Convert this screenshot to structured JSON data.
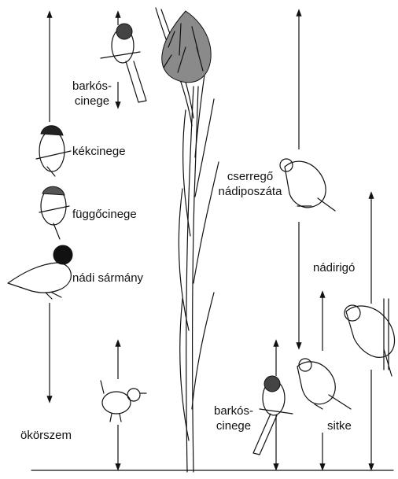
{
  "labels": {
    "barkoscinege_top_1": "barkós-",
    "barkoscinege_top_2": "cinege",
    "kekcinege": "kékcinege",
    "fuggocinege": "függőcinege",
    "nadi_sarmany": "nádi sármány",
    "okorszem": "ökörszem",
    "cserrego_1": "cserregő",
    "cserrego_2": "nádiposzáta",
    "nadirigo": "nádirigó",
    "barkoscinege_bottom_1": "barkós-",
    "barkoscinege_bottom_2": "cinege",
    "sitke": "sitke"
  },
  "ranges": [
    {
      "bird": "kékcinege / függőcinege / nádi sármány range",
      "from": "top",
      "to": "lower"
    },
    {
      "bird": "barkós-cinege (top)",
      "from": "top",
      "to": "upper"
    },
    {
      "bird": "ökörszem",
      "from": "lower",
      "to": "ground"
    },
    {
      "bird": "cserregő nádiposzáta",
      "from": "top",
      "to": "middle"
    },
    {
      "bird": "nádirigó",
      "from": "middle",
      "to": "ground"
    },
    {
      "bird": "sitke",
      "from": "lower",
      "to": "ground"
    },
    {
      "bird": "barkós-cinege (bottom)",
      "from": "lower",
      "to": "ground"
    }
  ]
}
